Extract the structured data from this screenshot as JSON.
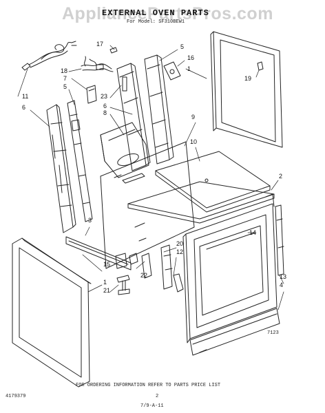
{
  "watermark": "AppliancePartsPros.com",
  "title": "EXTERNAL OVEN PARTS",
  "subtitle": "For Model: SF310BEW1",
  "callouts": [
    "17",
    "5",
    "16",
    "11",
    "18",
    "7",
    "1",
    "5",
    "19",
    "23",
    "6",
    "6",
    "8",
    "9",
    "10",
    "2",
    "3",
    "14",
    "20",
    "12",
    "15",
    "22",
    "13",
    "4",
    "1",
    "21"
  ],
  "figure_code": "7123",
  "footer": {
    "left_code": "4179379",
    "instruction": "FOR ORDERING INFORMATION REFER TO PARTS PRICE LIST",
    "page_number": "2",
    "bottom_mark": "7/9-A-11"
  }
}
